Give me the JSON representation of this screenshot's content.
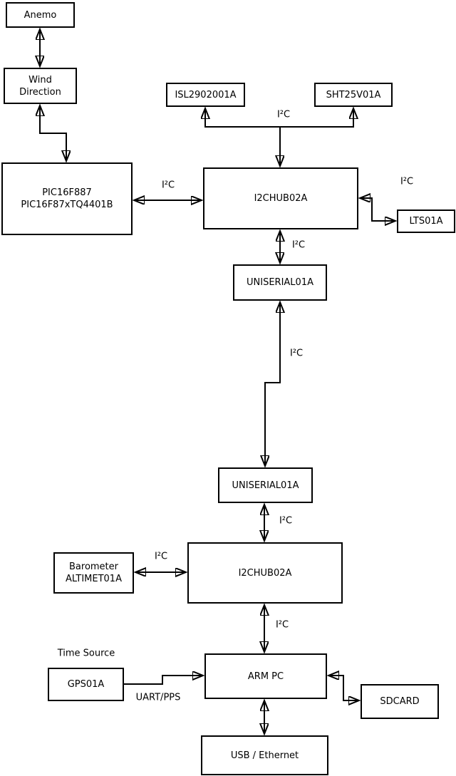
{
  "diagram": {
    "colors": {
      "background": "#ffffff",
      "line": "#000000",
      "box_fill": "#ffffff",
      "box_border": "#000000",
      "text": "#000000"
    },
    "nodes": {
      "anemo": {
        "label": "Anemo"
      },
      "wind_direction": {
        "label": "Wind\nDirection"
      },
      "pic": {
        "label": "PIC16F887\nPIC16F87xTQ4401B"
      },
      "isl": {
        "label": "ISL2902001A"
      },
      "sht": {
        "label": "SHT25V01A"
      },
      "i2chub_top": {
        "label": "I2CHUB02A"
      },
      "lts": {
        "label": "LTS01A"
      },
      "uniserial_top": {
        "label": "UNISERIAL01A"
      },
      "uniserial_bottom": {
        "label": "UNISERIAL01A"
      },
      "i2chub_bottom": {
        "label": "I2CHUB02A"
      },
      "barometer": {
        "label": "Barometer\nALTIMET01A"
      },
      "arm_pc": {
        "label": "ARM PC"
      },
      "gps": {
        "label": "GPS01A"
      },
      "sdcard": {
        "label": "SDCARD"
      },
      "usb_ethernet": {
        "label": "USB / Ethernet"
      }
    },
    "edge_labels": {
      "i2c_top_branch": "I²C",
      "i2c_pic_hub1": "I²C",
      "i2c_hub1_lts": "I²C",
      "i2c_hub1_uniserial": "I²C",
      "i2c_long_link": "I²C",
      "i2c_uniserial_hub2": "I²C",
      "i2c_barometer_hub2": "I²C",
      "i2c_hub2_armpc": "I²C",
      "time_source": "Time Source",
      "uart_pps": "UART/PPS"
    }
  }
}
